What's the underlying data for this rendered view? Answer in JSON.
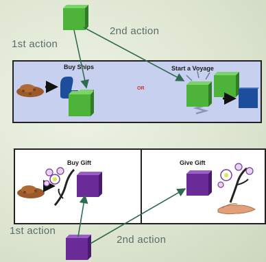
{
  "labels": {
    "top_first_action": "1st action",
    "top_second_action": "2nd action",
    "bottom_first_action": "1st action",
    "bottom_second_action": "2nd action"
  },
  "top_panel": {
    "left_title": "Buy Ships",
    "right_title": "Start a Voyage",
    "or_text": "OR"
  },
  "bottom_panel": {
    "left_title": "Buy Gift",
    "right_title": "Give Gift"
  },
  "colors": {
    "green_cube": "#4db339",
    "purple_cube": "#6a2c96",
    "arrow": "#2f6b4f",
    "top_panel_bg": "#c8d0f0",
    "ship_blue": "#1d4e9c",
    "soil": "#9b5a2c"
  }
}
